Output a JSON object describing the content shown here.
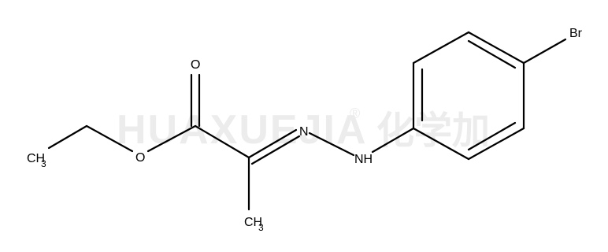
{
  "watermark": {
    "latin": "HUAXUEJIA",
    "registered": "®",
    "chinese": "化学加"
  },
  "atoms": {
    "oxygen_carbonyl": "O",
    "oxygen_ester": "O",
    "nitrogen_imine": "N",
    "nitrogen_amine": "NH",
    "bromine": "Br",
    "methyl_left": {
      "base": "CH",
      "subscript": "3"
    },
    "methyl_bottom": {
      "base": "CH",
      "subscript": "3"
    }
  }
}
